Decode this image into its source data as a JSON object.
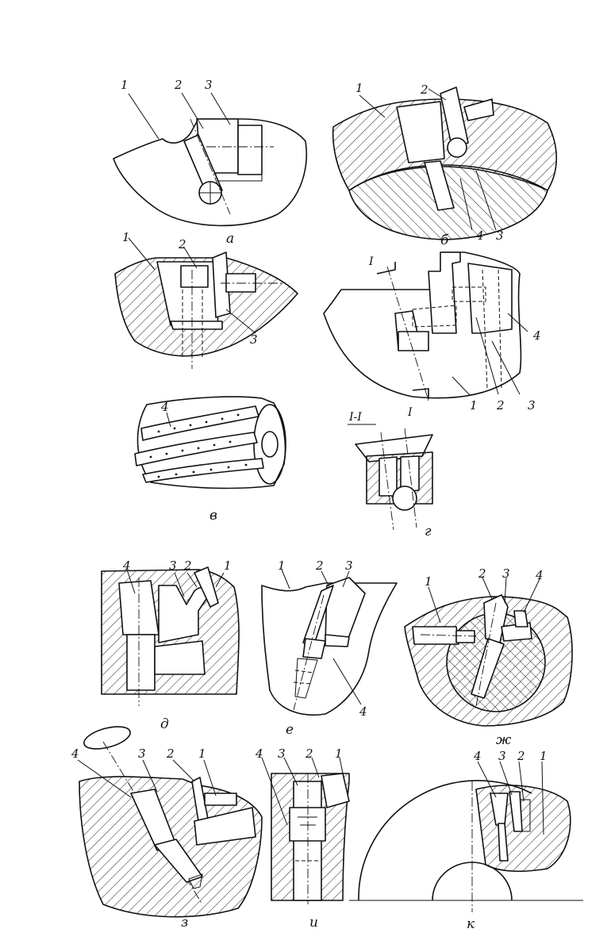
{
  "figure": {
    "views": [
      {
        "id": "a",
        "caption": "а",
        "callouts": [
          "1",
          "2",
          "3"
        ]
      },
      {
        "id": "b",
        "caption": "б",
        "callouts": [
          "1",
          "2",
          "3",
          "4"
        ]
      },
      {
        "id": "v",
        "caption": "в",
        "callouts": [
          "1",
          "2",
          "3",
          "4"
        ]
      },
      {
        "id": "g",
        "caption": "г",
        "callouts": [
          "1",
          "2",
          "3",
          "4"
        ],
        "section_mark": "I",
        "section_title": "I-I"
      },
      {
        "id": "d",
        "caption": "д",
        "callouts": [
          "1",
          "2",
          "3",
          "4"
        ]
      },
      {
        "id": "e",
        "caption": "е",
        "callouts": [
          "1",
          "2",
          "3",
          "4"
        ]
      },
      {
        "id": "zh",
        "caption": "ж",
        "callouts": [
          "1",
          "2",
          "3",
          "4"
        ]
      },
      {
        "id": "z",
        "caption": "з",
        "callouts": [
          "1",
          "2",
          "3",
          "4"
        ]
      },
      {
        "id": "i",
        "caption": "и",
        "callouts": [
          "1",
          "2",
          "3",
          "4"
        ]
      },
      {
        "id": "k",
        "caption": "к",
        "callouts": [
          "1",
          "2",
          "3",
          "4"
        ]
      }
    ]
  }
}
